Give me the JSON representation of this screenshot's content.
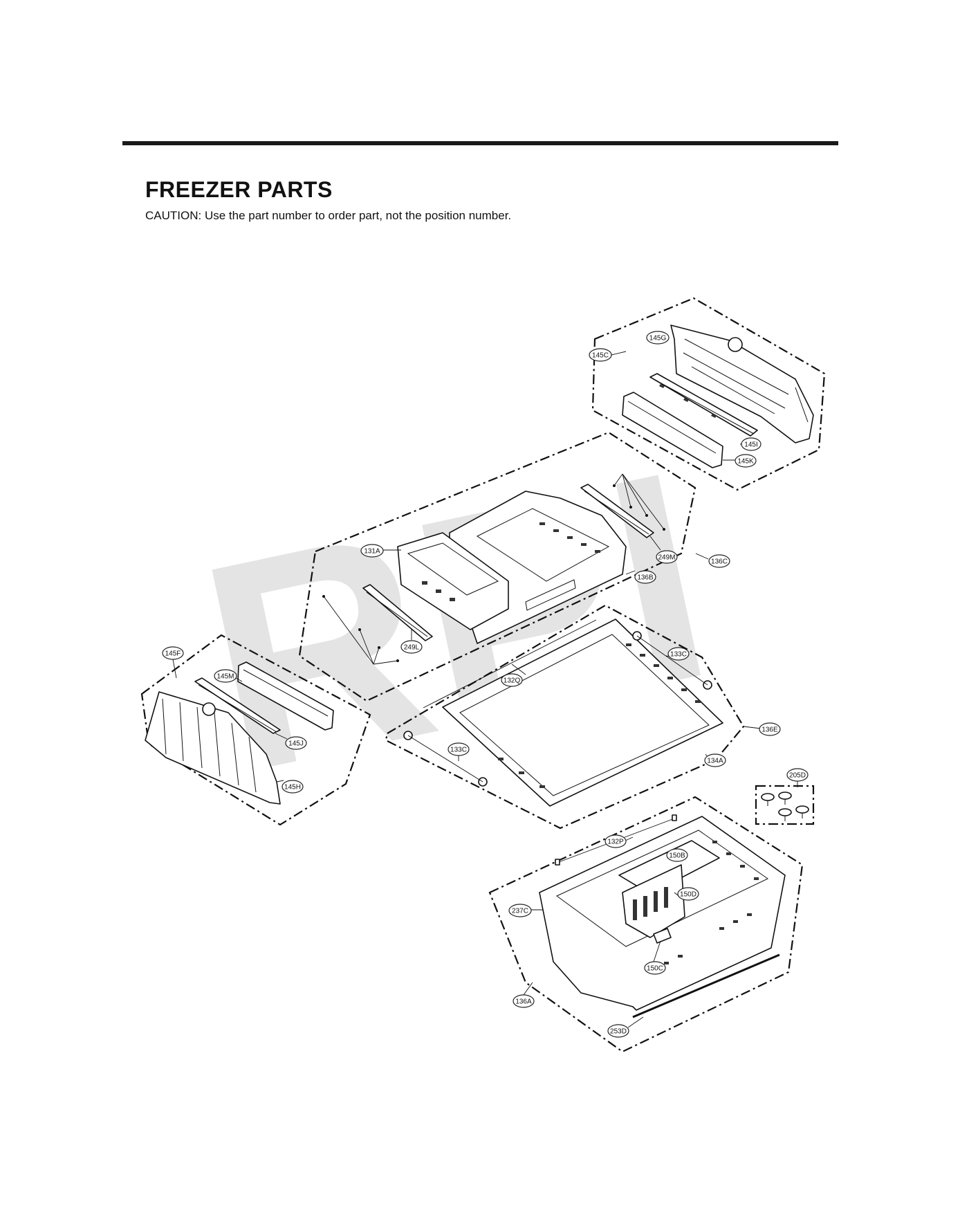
{
  "header": {
    "title": "FREEZER PARTS",
    "caution": "CAUTION: Use the part number to order part, not the position number."
  },
  "watermark": "RPI",
  "callouts": [
    {
      "id": "145G",
      "label": "145G"
    },
    {
      "id": "145C",
      "label": "145C"
    },
    {
      "id": "145I",
      "label": "145I"
    },
    {
      "id": "145K",
      "label": "145K"
    },
    {
      "id": "131A",
      "label": "131A"
    },
    {
      "id": "249M",
      "label": "249M"
    },
    {
      "id": "136C",
      "label": "136C"
    },
    {
      "id": "136B",
      "label": "136B"
    },
    {
      "id": "249L",
      "label": "249L"
    },
    {
      "id": "145F",
      "label": "145F"
    },
    {
      "id": "145M",
      "label": "145M"
    },
    {
      "id": "145J",
      "label": "145J"
    },
    {
      "id": "145H",
      "label": "145H"
    },
    {
      "id": "133C_top",
      "label": "133C"
    },
    {
      "id": "132Q",
      "label": "132Q"
    },
    {
      "id": "136E",
      "label": "136E"
    },
    {
      "id": "133C_bottom",
      "label": "133C"
    },
    {
      "id": "134A",
      "label": "134A"
    },
    {
      "id": "205D",
      "label": "205D"
    },
    {
      "id": "132P",
      "label": "132P"
    },
    {
      "id": "150B",
      "label": "150B"
    },
    {
      "id": "150D",
      "label": "150D"
    },
    {
      "id": "237C",
      "label": "237C"
    },
    {
      "id": "150C",
      "label": "150C"
    },
    {
      "id": "136A",
      "label": "136A"
    },
    {
      "id": "253D",
      "label": "253D"
    }
  ]
}
